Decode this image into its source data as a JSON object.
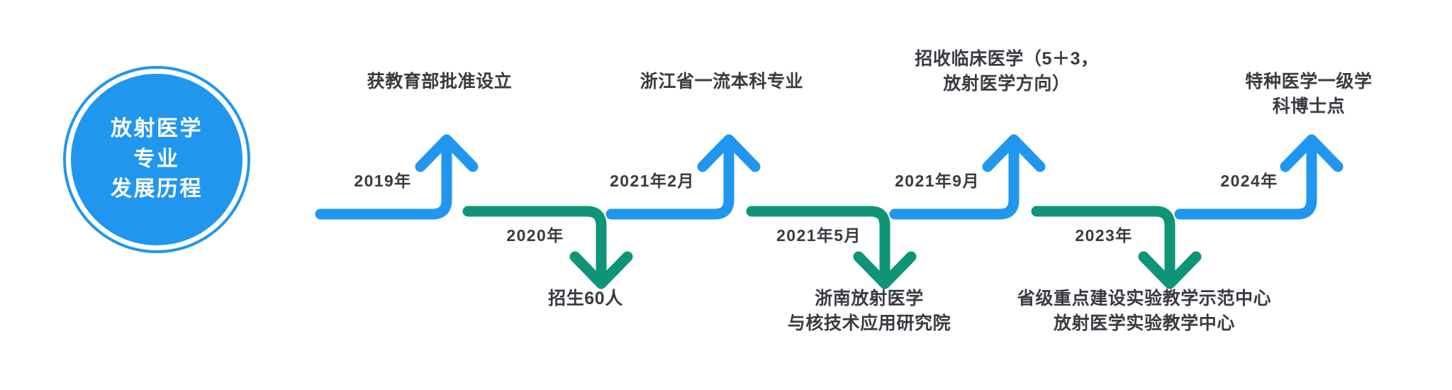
{
  "hub": {
    "title": "放射医学\n专业\n发展历程",
    "fill_color": "#2196ef",
    "text_color": "#ffffff"
  },
  "colors": {
    "blue": "#2196ef",
    "green": "#0f9477",
    "text": "#3a3a42",
    "background": "#ffffff"
  },
  "diagram": {
    "type": "timeline",
    "direction": "left-to-right",
    "milestone_count": 8
  },
  "milestones": [
    {
      "index": 1,
      "year": "2019年",
      "title": "获教育部批准设立",
      "position": "above",
      "arrow_color": "#2196ef",
      "arrow_direction": "up"
    },
    {
      "index": 2,
      "year": "2020年",
      "title": "招生60人",
      "position": "below",
      "arrow_color": "#0f9477",
      "arrow_direction": "down"
    },
    {
      "index": 3,
      "year": "2021年2月",
      "title": "浙江省一流本科专业",
      "position": "above",
      "arrow_color": "#2196ef",
      "arrow_direction": "up"
    },
    {
      "index": 4,
      "year": "2021年5月",
      "title": "浙南放射医学\n与核技术应用研究院",
      "position": "below",
      "arrow_color": "#0f9477",
      "arrow_direction": "down"
    },
    {
      "index": 5,
      "year": "2021年9月",
      "title": "招收临床医学（5＋3，\n放射医学方向）",
      "position": "above",
      "arrow_color": "#2196ef",
      "arrow_direction": "up"
    },
    {
      "index": 6,
      "year": "2023年",
      "title": "省级重点建设实验教学示范中心\n放射医学实验教学中心",
      "position": "below",
      "arrow_color": "#0f9477",
      "arrow_direction": "down"
    },
    {
      "index": 7,
      "year": "2024年",
      "title": "特种医学一级学科博士点",
      "position": "above",
      "arrow_color": "#2196ef",
      "arrow_direction": "up"
    }
  ]
}
